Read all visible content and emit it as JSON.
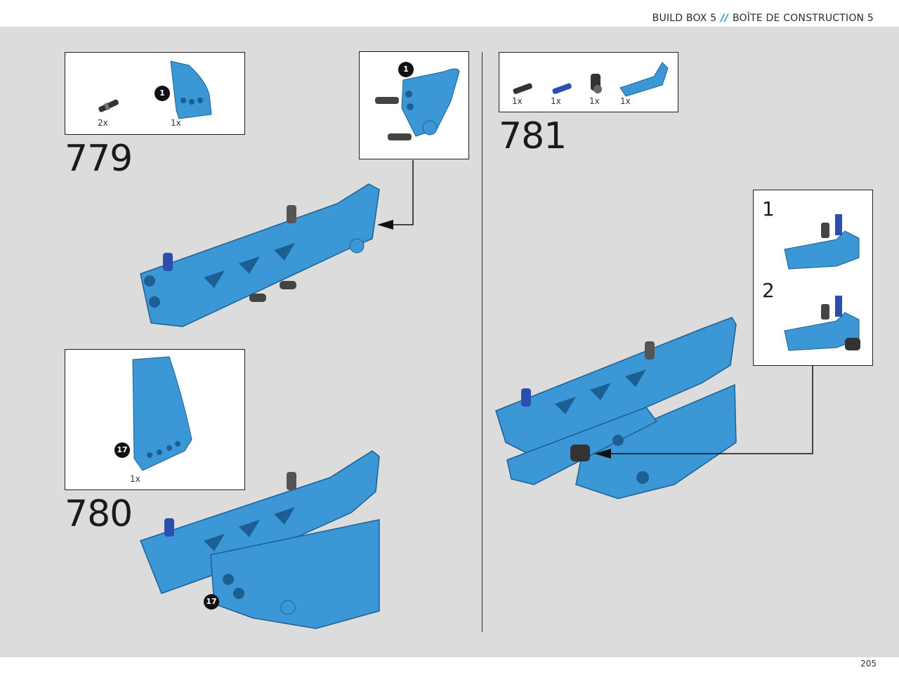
{
  "header": {
    "left": "BUILD BOX 5",
    "separator": "//",
    "right": "BOÎTE DE CONSTRUCTION 5"
  },
  "page": {
    "number": "205"
  },
  "colors": {
    "part": "#3b97d6",
    "part_dark": "#1c5f93",
    "accent": "#1f8fd6",
    "stage": "#dcdcdc"
  },
  "steps": {
    "s779": {
      "number": "779",
      "parts": [
        {
          "qty": "2x",
          "icon": "pin-icon"
        },
        {
          "qty": "1x",
          "icon": "panel-icon"
        }
      ],
      "callout": "1",
      "sub_callout": "1"
    },
    "s780": {
      "number": "780",
      "parts": [
        {
          "qty": "1x",
          "icon": "wing-panel-icon"
        }
      ],
      "callout": "17",
      "model_callout": "17"
    },
    "s781": {
      "number": "781",
      "parts": [
        {
          "qty": "1x",
          "icon": "black-pin-icon"
        },
        {
          "qty": "1x",
          "icon": "blue-pin-icon"
        },
        {
          "qty": "1x",
          "icon": "connector-icon"
        },
        {
          "qty": "1x",
          "icon": "bent-beam-icon"
        }
      ],
      "sub_steps": [
        "1",
        "2"
      ]
    }
  }
}
